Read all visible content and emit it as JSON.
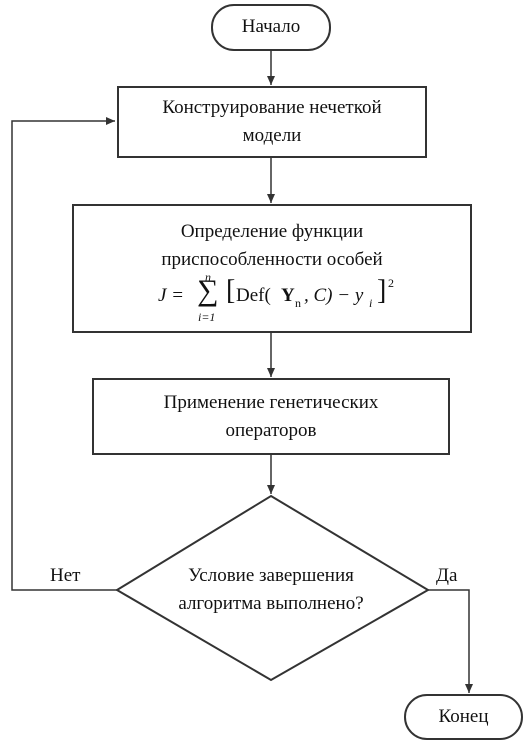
{
  "diagram": {
    "start_label": "Начало",
    "step1_label": "Конструирование нечеткой модели",
    "step2_label": "Определение функции приспособленности особей",
    "step3_label": "Применение генетических операторов",
    "decision_label": "Условие завершения алгоритма выполнено?",
    "no_label": "Нет",
    "yes_label": "Да",
    "end_label": "Конец",
    "formula": {
      "lhs": "J =",
      "sum_upper": "n",
      "sum_lower": "i=1",
      "def": "Def(",
      "y_bold": "Y",
      "y_sub": "n",
      "rest": ", C) − y",
      "yi_sub": "i",
      "power": "2"
    }
  }
}
